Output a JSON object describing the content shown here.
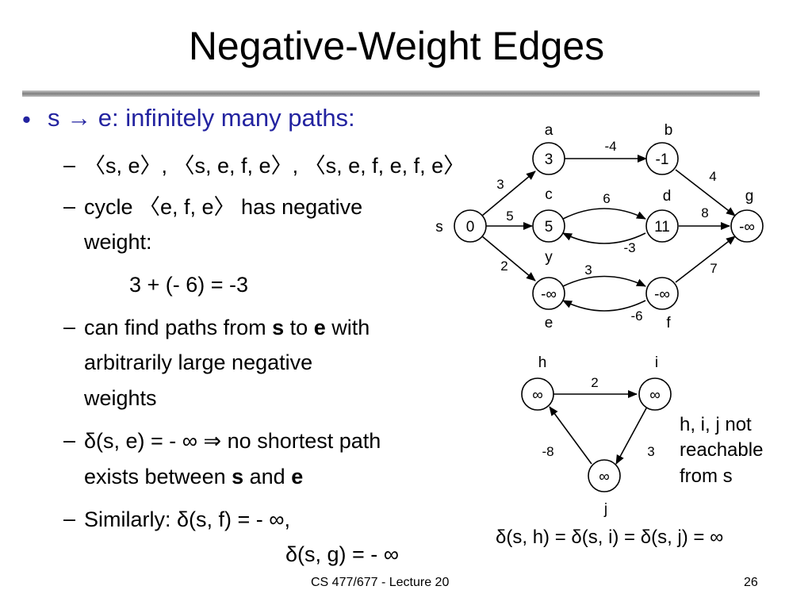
{
  "slide": {
    "title": "Negative-Weight Edges",
    "bullets": [
      {
        "marker": "•",
        "text": "s → e: infinitely many paths:"
      },
      {
        "marker": "–",
        "text": "〈s, e〉, 〈s, e, f, e〉, 〈s, e, f, e, f, e〉"
      },
      {
        "marker": "–",
        "text": "cycle 〈e, f, e〉 has negative"
      },
      {
        "marker": "",
        "text": "weight:"
      },
      {
        "marker": "",
        "text": "3 + (- 6) = -3"
      },
      {
        "marker": "–",
        "text_parts": [
          "can find paths from ",
          "s",
          " to ",
          "e",
          " with"
        ]
      },
      {
        "marker": "",
        "text": "arbitrarily large negative"
      },
      {
        "marker": "",
        "text": "weights"
      },
      {
        "marker": "–",
        "text": "δ(s, e) = - ∞ ⇒ no shortest path"
      },
      {
        "marker": "",
        "text_parts": [
          "exists between ",
          "s",
          " and ",
          "e"
        ]
      },
      {
        "marker": "–",
        "text": "Similarly: δ(s, f) = - ∞,"
      },
      {
        "marker": "",
        "text": "δ(s, g) = - ∞"
      }
    ],
    "footer": {
      "course": "CS 477/677 - Lecture 20",
      "page": "26"
    }
  },
  "graph": {
    "nodes": {
      "s": {
        "label": "s",
        "value": "0"
      },
      "a": {
        "label": "a",
        "value": "3"
      },
      "b": {
        "label": "b",
        "value": "-1"
      },
      "c": {
        "label": "c",
        "value": "5"
      },
      "d": {
        "label": "d",
        "value": "11"
      },
      "g": {
        "label": "g",
        "value": "-∞"
      },
      "e": {
        "label": "e",
        "value": "-∞"
      },
      "f": {
        "label": "f",
        "value": "-∞"
      },
      "y": {
        "label": "y"
      },
      "h": {
        "label": "h",
        "value": "∞"
      },
      "i": {
        "label": "i",
        "value": "∞"
      },
      "j": {
        "label": "j",
        "value": "∞"
      }
    },
    "edges": {
      "s_a": "3",
      "s_c": "5",
      "s_e": "2",
      "a_b": "-4",
      "b_g": "4",
      "c_d": "6",
      "d_c": "-3",
      "d_g": "8",
      "e_f": "3",
      "f_e": "-6",
      "f_g": "7",
      "h_i": "2",
      "i_j": "3",
      "j_h": "-8"
    },
    "note": [
      "h, i, j not",
      "reachable",
      "from s"
    ],
    "equation": "δ(s, h) = δ(s, i) = δ(s, j) = ∞"
  }
}
